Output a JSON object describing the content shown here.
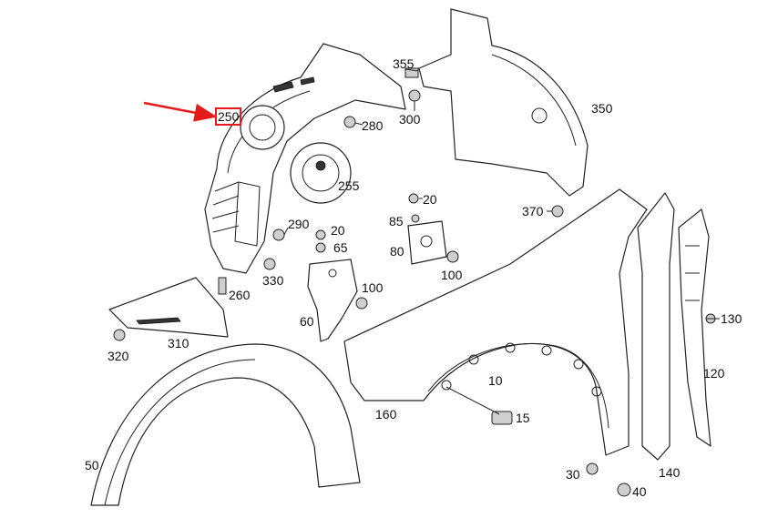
{
  "diagram": {
    "highlight_color": "#e31b1b",
    "highlighted_part": "250",
    "labels": {
      "p355": "355",
      "p300": "300",
      "p350": "350",
      "p280": "280",
      "p250": "250",
      "p255": "255",
      "p20a": "20",
      "p85": "85",
      "p370": "370",
      "p290": "290",
      "p20b": "20",
      "p65": "65",
      "p80": "80",
      "p100a": "100",
      "p330": "330",
      "p260": "260",
      "p100b": "100",
      "p60": "60",
      "p130": "130",
      "p320": "320",
      "p310": "310",
      "p10": "10",
      "p120": "120",
      "p160": "160",
      "p15": "15",
      "p50": "50",
      "p30": "30",
      "p140": "140",
      "p40": "40"
    }
  }
}
